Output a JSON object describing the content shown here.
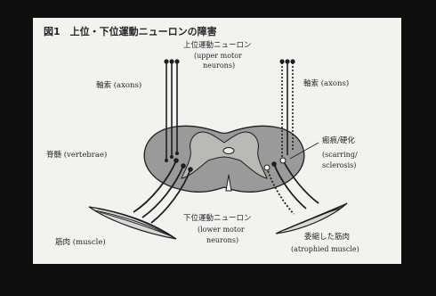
{
  "figure": {
    "title": "図1　上位・下位運動ニューロンの障害",
    "labels": {
      "upper_motor_jp": "上位運動ニューロン",
      "upper_motor_en_1": "(upper motor",
      "upper_motor_en_2": "neurons)",
      "axons_left": "軸索 (axons)",
      "axons_right": "軸索 (axons)",
      "vertebrae": "脊髄 (vertebrae)",
      "scarring_jp": "瘢痕/硬化",
      "scarring_en_1": "(scarring/",
      "scarring_en_2": "sclerosis)",
      "lower_motor_jp": "下位運動ニューロン",
      "lower_motor_en_1": "(lower motor",
      "lower_motor_en_2": "neurons)",
      "muscle": "筋肉 (muscle)",
      "atrophied_jp": "委縮した筋肉",
      "atrophied_en": "(atrophied muscle)"
    },
    "colors": {
      "spinal_cord_fill": "#9a9a9a",
      "grey_matter_fill": "#b9b9b6",
      "ink": "#1e1e1e",
      "frame": "#0f0f0f",
      "card": "#f2f2ef"
    }
  }
}
